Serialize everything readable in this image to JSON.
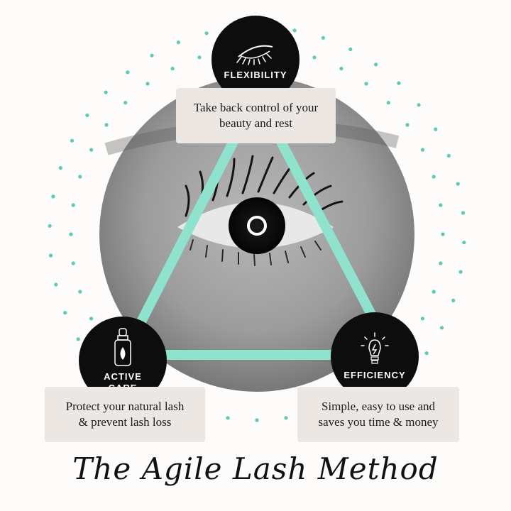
{
  "colors": {
    "accent": "#8fe3cd",
    "dot": "#5ec9b4",
    "badge": "#0d0d0d",
    "card": "#ede7e3"
  },
  "badges": {
    "flexibility": {
      "label": "FLEXIBILITY",
      "icon": "eyelash-icon"
    },
    "active_care": {
      "label_line1": "ACTIVE",
      "label_line2": "CARE",
      "icon": "serum-bottle-icon"
    },
    "efficiency": {
      "label": "EFFICIENCY",
      "icon": "lightbulb-icon"
    }
  },
  "cards": {
    "flexibility": {
      "line1": "Take back control of your",
      "line2": "beauty and rest"
    },
    "active_care": {
      "line1": "Protect your natural lash",
      "line2": "& prevent lash loss"
    },
    "efficiency": {
      "line1": "Simple, easy to use and",
      "line2": "saves you time & money"
    }
  },
  "title": "The Agile Lash Method"
}
